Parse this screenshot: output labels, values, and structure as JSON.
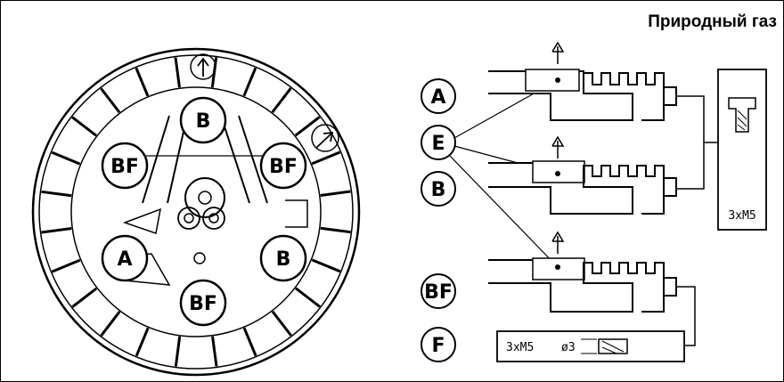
{
  "header": {
    "title": "Природный газ"
  },
  "wheel": {
    "burner_labels": [
      "B",
      "BF",
      "BF",
      "A",
      "B",
      "BF"
    ]
  },
  "legend": {
    "labels": [
      "A",
      "E",
      "B",
      "BF",
      "F"
    ]
  },
  "notes": {
    "screw_size": "3xM5",
    "screw_size_bottom": "3xM5",
    "diameter": "ø3"
  }
}
